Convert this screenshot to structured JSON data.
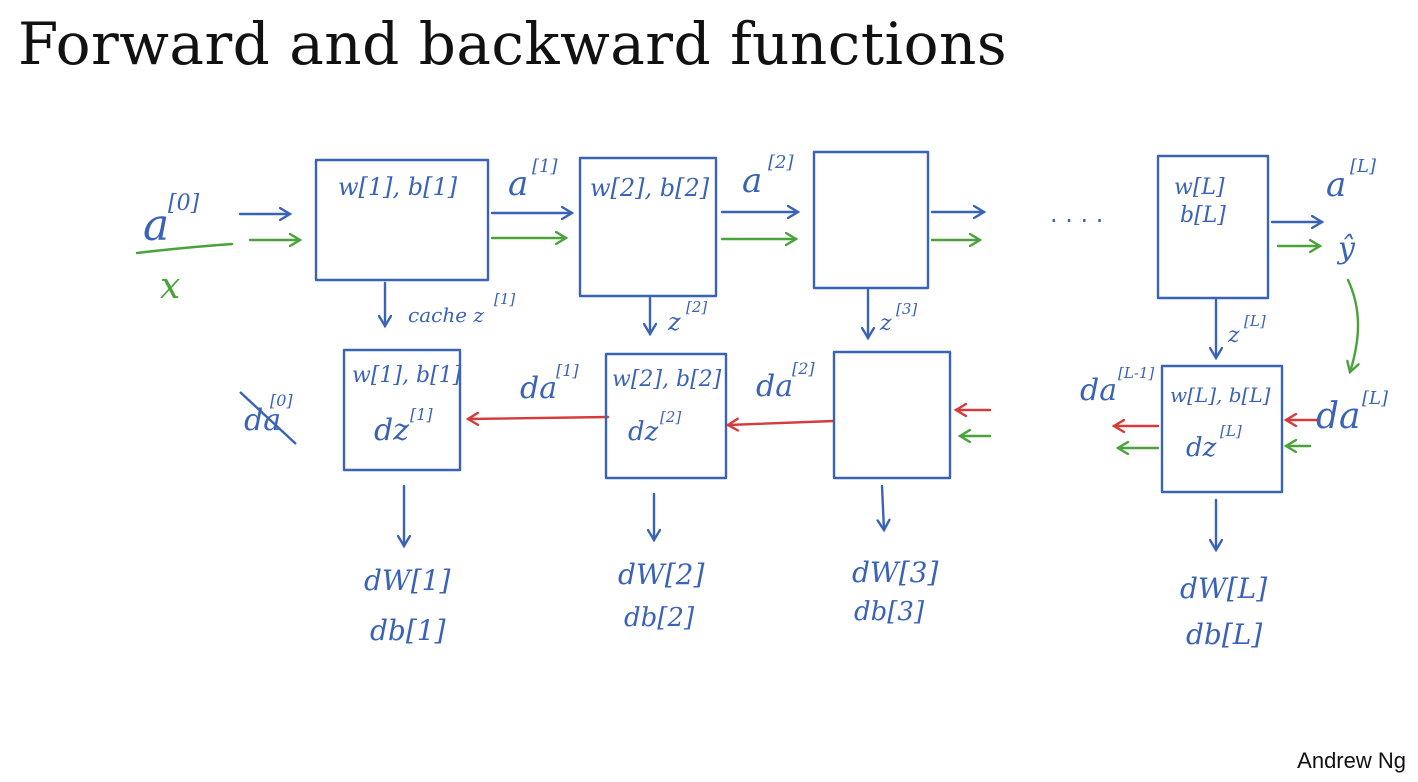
{
  "slide": {
    "title": "Forward and backward functions",
    "author": "Andrew Ng"
  },
  "colors": {
    "blue": "#3a63b8",
    "green": "#4aa33a",
    "red": "#d63a3a",
    "text": "#111111"
  },
  "inputs": {
    "a0": "a",
    "a0_sup": "[0]",
    "x": "x"
  },
  "forward": {
    "layers": [
      {
        "params": "w[1], b[1]",
        "out": "a",
        "out_sup": "[1]",
        "cache": "cache z",
        "cache_sup": "[1]"
      },
      {
        "params": "w[2], b[2]",
        "out": "a",
        "out_sup": "[2]",
        "cache": "z",
        "cache_sup": "[2]"
      },
      {
        "params": "",
        "cache": "z",
        "cache_sup": "[3]"
      },
      {
        "params_w": "w[L]",
        "params_b": "b[L]",
        "out": "a",
        "out_sup": "[L]",
        "yhat": "ŷ",
        "cache": "z",
        "cache_sup": "[L]"
      }
    ],
    "ellipsis": ". . . ."
  },
  "backward": {
    "layers": [
      {
        "params": "w[1], b[1]",
        "dz": "dz",
        "dz_sup": "[1]",
        "dw": "dW[1]",
        "db": "db[1]",
        "din": "da",
        "din_sup": "[1]"
      },
      {
        "params": "w[2], b[2]",
        "dz": "dz",
        "dz_sup": "[2]",
        "dw": "dW[2]",
        "db": "db[2]",
        "din": "da",
        "din_sup": "[2]"
      },
      {
        "params": "",
        "dw": "dW[3]",
        "db": "db[3]"
      },
      {
        "params": "w[L], b[L]",
        "dz": "dz",
        "dz_sup": "[L]",
        "dw": "dW[L]",
        "db": "db[L]",
        "dout": "da",
        "dout_sup": "[L-1]",
        "din": "da",
        "din_sup": "[L]"
      }
    ],
    "crossed": "da",
    "crossed_sup": "[0]"
  }
}
